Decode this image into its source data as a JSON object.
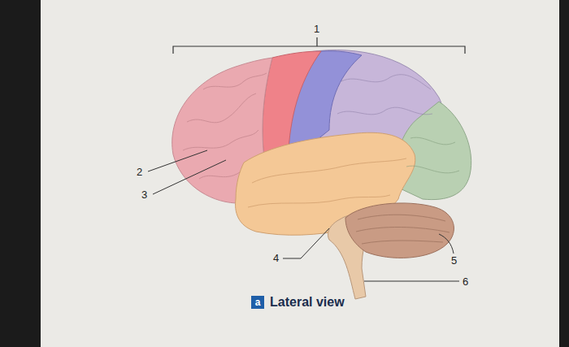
{
  "diagram": {
    "caption": "Lateral view",
    "nodes": [
      {
        "text": [
          "a"
        ]
      }
    ],
    "labels": [
      "1",
      "2",
      "3",
      "4",
      "5",
      "6"
    ]
  }
}
